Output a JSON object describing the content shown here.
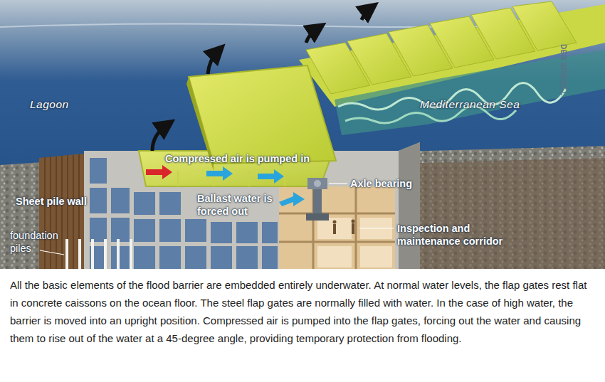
{
  "diagram": {
    "caption": "All the basic elements of the flood barrier are embedded entirely underwater. At normal water levels, the flap gates rest flat in concrete caissons on the ocean floor. The steel flap gates are normally filled with water. In the case of high water, the barrier is moved into an upright position. Compressed air is pumped into the flap gates, forcing out the water and causing them to rise out of the water at a 45-degree angle, providing temporary protection from flooding.",
    "labels": [
      "DER SPIEGEL",
      "Lagoon",
      "Mediterranean Sea",
      "Compressed air is pumped in",
      "Axle bearing",
      "Sheet pile wall",
      "Ballast water is forced out",
      "foundation piles",
      "Inspection and maintenance corridor"
    ]
  }
}
